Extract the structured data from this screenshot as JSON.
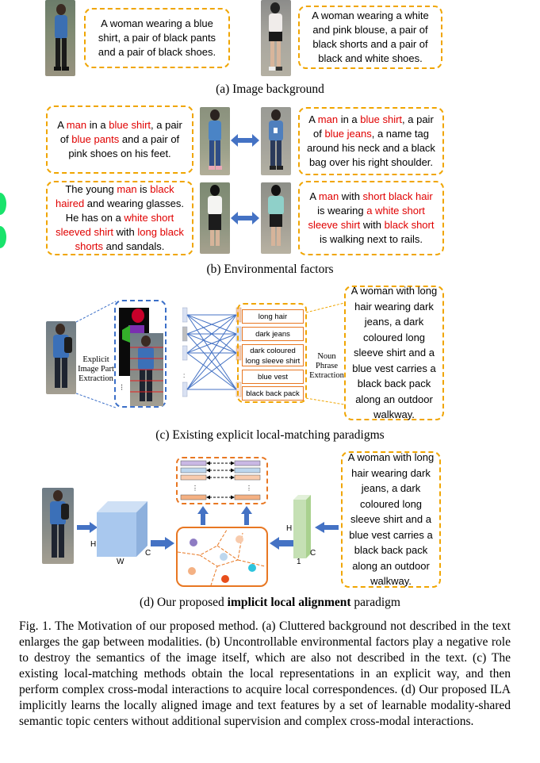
{
  "panel_a": {
    "text_left": "A woman wearing a blue shirt, a pair of black pants and a pair of black shoes.",
    "text_right": "A woman wearing a white and pink blouse, a pair of black shorts and a pair of black and white shoes.",
    "caption": "(a) Image background"
  },
  "panel_b": {
    "b1_left": [
      [
        "A ",
        ""
      ],
      [
        "man",
        "r"
      ],
      [
        " in a ",
        ""
      ],
      [
        "blue shirt",
        "r"
      ],
      [
        ", a pair of ",
        ""
      ],
      [
        "blue pants",
        "r"
      ],
      [
        " and a pair of pink shoes on his feet.",
        ""
      ]
    ],
    "b1_right": [
      [
        "A ",
        ""
      ],
      [
        "man",
        "r"
      ],
      [
        " in a ",
        ""
      ],
      [
        "blue shirt",
        "r"
      ],
      [
        ", a pair of ",
        ""
      ],
      [
        "blue jeans",
        "r"
      ],
      [
        ", a name tag around his neck and a black bag over his right shoulder.",
        ""
      ]
    ],
    "b2_left": [
      [
        "The young ",
        ""
      ],
      [
        "man",
        "r"
      ],
      [
        " is ",
        ""
      ],
      [
        "black haired",
        "r"
      ],
      [
        " and wearing glasses. He has on a ",
        ""
      ],
      [
        "white short sleeved shirt",
        "r"
      ],
      [
        " with ",
        ""
      ],
      [
        "long black shorts",
        "r"
      ],
      [
        " and sandals.",
        ""
      ]
    ],
    "b2_right": [
      [
        "A ",
        ""
      ],
      [
        "man",
        "r"
      ],
      [
        " with ",
        ""
      ],
      [
        "short black hair",
        "r"
      ],
      [
        " is wearing ",
        ""
      ],
      [
        "a white short sleeve shirt",
        "r"
      ],
      [
        " with ",
        ""
      ],
      [
        "black short",
        "r"
      ],
      [
        " is walking next to rails.",
        ""
      ]
    ],
    "caption": "(b) Environmental factors"
  },
  "panel_c": {
    "extract_label": "Explicit Image Part Extraction",
    "noun_label": "Noun Phrase Extraction",
    "noun_phrases": [
      "long hair",
      "dark jeans",
      "dark coloured long sleeve shirt",
      "blue vest",
      "black back pack"
    ],
    "text": "A woman with long hair wearing dark jeans, a dark coloured long sleeve shirt and a blue vest carries a black back pack along an outdoor walkway.",
    "caption": "(c) Existing explicit local-matching paradigms",
    "dots": "..."
  },
  "panel_d": {
    "text": "A woman with long hair wearing dark jeans, a dark coloured long sleeve shirt and a blue vest carries a black back pack along an outdoor walkway.",
    "cube_h": "H",
    "cube_w": "W",
    "cube_c": "C",
    "bar_h": "H",
    "bar_one": "1",
    "bar_c": "C",
    "caption_pre": "(d) Our proposed ",
    "caption_bold": "implicit local alignment",
    "caption_post": " paradigm"
  },
  "figure_caption": "Fig. 1.  The Motivation of our proposed method. (a) Cluttered background not described in the text enlarges the gap between modalities. (b) Uncontrollable environmental factors play a negative role to destroy the semantics of the image itself, which are also not described in the text. (c) The existing local-matching methods obtain the local representations in an explicit way, and then perform complex cross-modal interactions to acquire local correspondences. (d) Our proposed ILA implicitly learns the locally aligned image and text features by a set of learnable modality-shared semantic topic centers without additional supervision and complex cross-modal interactions.",
  "colors": {
    "dashed_border": "#f0a500",
    "highlight": "#e00000",
    "arrow_blue": "#4472c4",
    "topic_box": "#e87722"
  }
}
